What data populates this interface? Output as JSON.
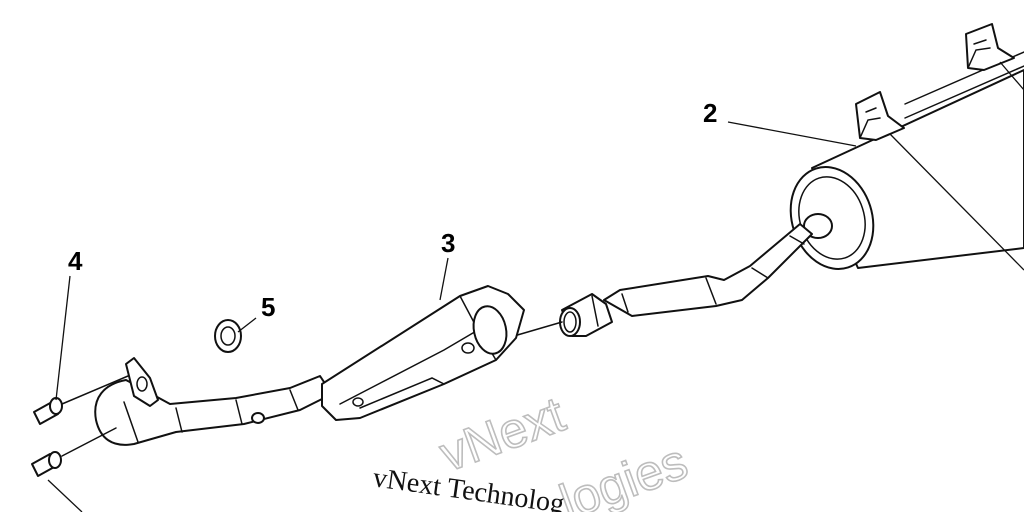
{
  "callouts": {
    "c2": "2",
    "c3": "3",
    "c4": "4",
    "c5": "5"
  },
  "watermark": {
    "logo_line1": "vNext",
    "logo_line2": "logies",
    "text": "vNext Technolog"
  }
}
